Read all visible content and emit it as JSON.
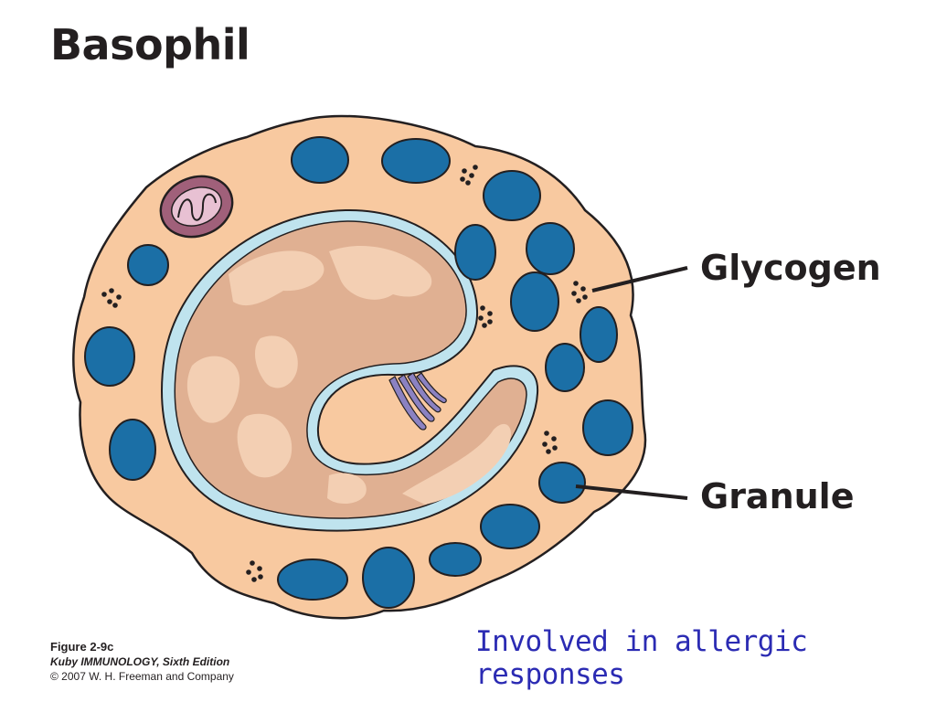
{
  "title": "Basophil",
  "labels": {
    "glycogen": "Glycogen",
    "granule": "Granule"
  },
  "caption": {
    "figure_number": "Figure 2-9c",
    "book": "Kuby IMMUNOLOGY, Sixth Edition",
    "copyright": "© 2007 W. H. Freeman and Company"
  },
  "note": "Involved in allergic responses",
  "colors": {
    "cytoplasm": "#f8c9a0",
    "granule": "#1b6fa6",
    "nucleus": "#e0b092",
    "nuclear_envelope": "#bfe3ee",
    "mitochondrion": "#a0607a",
    "golgi": "#8b82c2",
    "note_text": "#2b2bb3"
  }
}
